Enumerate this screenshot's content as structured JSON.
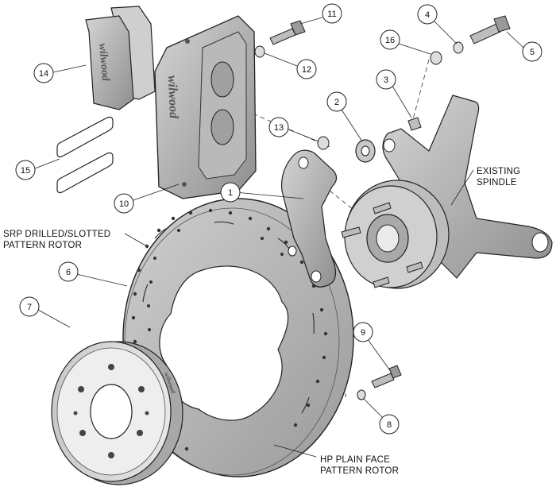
{
  "brand": "wilwood",
  "callouts": [
    "1",
    "2",
    "3",
    "4",
    "5",
    "6",
    "7",
    "8",
    "9",
    "10",
    "11",
    "12",
    "13",
    "14",
    "15",
    "16"
  ],
  "labels": {
    "existing_spindle": [
      "EXISTING",
      "SPINDLE"
    ],
    "srp_rotor": [
      "SRP DRILLED/SLOTTED",
      "PATTERN ROTOR"
    ],
    "hp_rotor": [
      "HP PLAIN FACE",
      "PATTERN ROTOR"
    ]
  }
}
